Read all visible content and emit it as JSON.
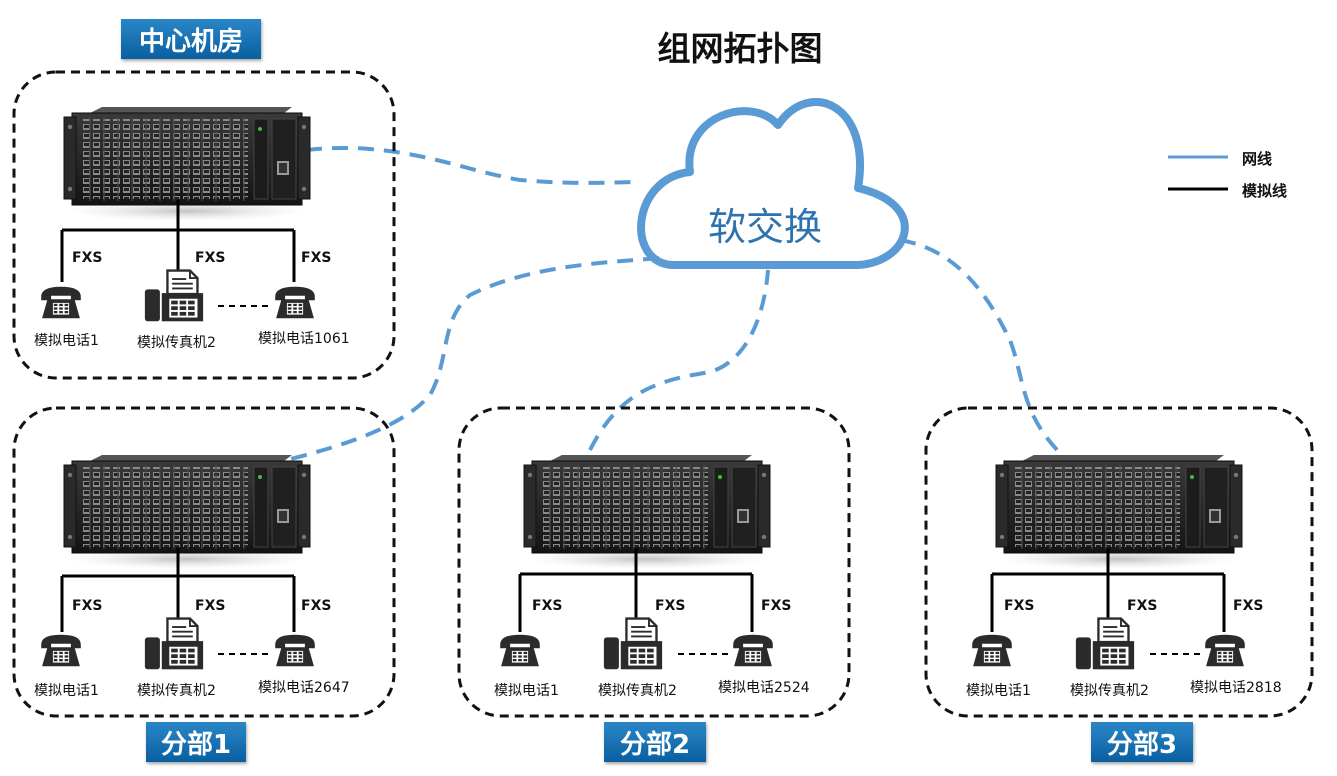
{
  "title": "组网拓扑图",
  "cloud": {
    "label": "软交换"
  },
  "legend": {
    "network_line": "网线",
    "analog_line": "模拟线"
  },
  "colors": {
    "network_line": "#5b9bd5",
    "analog_line": "#000000",
    "label_bg": "#0a64a8",
    "cloud_stroke": "#5b9bd5"
  },
  "port_label": "FXS",
  "sites": [
    {
      "name": "中心机房",
      "devices": [
        "模拟电话1",
        "模拟传真机2",
        "模拟电话1061"
      ]
    },
    {
      "name": "分部1",
      "devices": [
        "模拟电话1",
        "模拟传真机2",
        "模拟电话2647"
      ]
    },
    {
      "name": "分部2",
      "devices": [
        "模拟电话1",
        "模拟传真机2",
        "模拟电话2524"
      ]
    },
    {
      "name": "分部3",
      "devices": [
        "模拟电话1",
        "模拟传真机2",
        "模拟电话2818"
      ]
    }
  ]
}
